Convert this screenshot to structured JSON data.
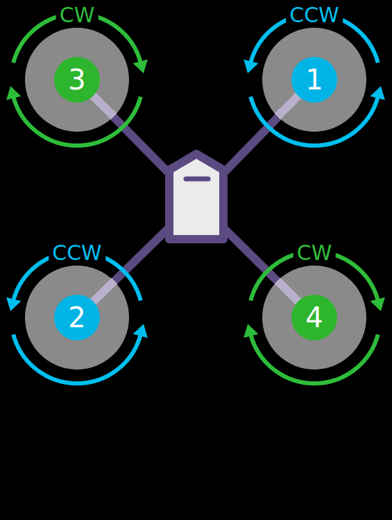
{
  "diagram": {
    "nodes": [
      {
        "text": [
          "CW",
          "3"
        ]
      },
      {
        "text": [
          "CCW",
          "1"
        ]
      },
      {
        "text": [
          "CCW",
          "2"
        ]
      },
      {
        "text": [
          "CW",
          "4"
        ]
      }
    ]
  }
}
